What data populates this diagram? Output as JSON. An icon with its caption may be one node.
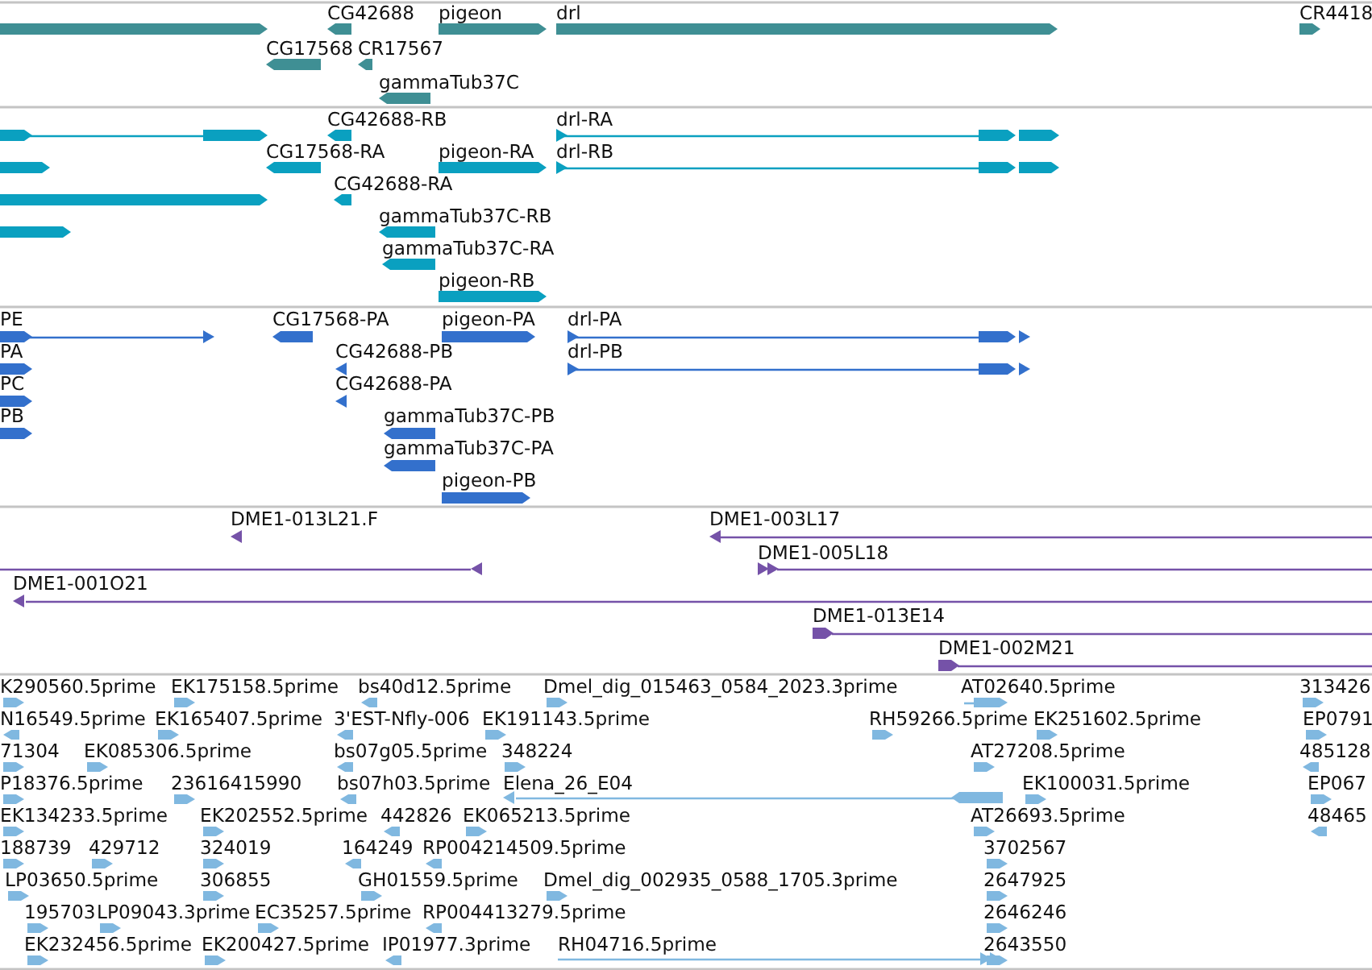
{
  "diagram": {
    "labels": [
      "CG42688",
      "pigeon",
      "drl",
      "CR4418",
      "CG17568",
      "CR17567",
      "gammaTub37C",
      "CG42688-RB",
      "drl-RA",
      "CG17568-RA",
      "pigeon-RA",
      "drl-RB",
      "CG42688-RA",
      "gammaTub37C-RB",
      "gammaTub37C-RA",
      "pigeon-RB",
      "PE",
      "CG17568-PA",
      "pigeon-PA",
      "drl-PA",
      "PA",
      "CG42688-PB",
      "drl-PB",
      "PC",
      "CG42688-PA",
      "PB",
      "gammaTub37C-PB",
      "gammaTub37C-PA",
      "pigeon-PB",
      "DME1-013L21.F",
      "DME1-003L17",
      "DME1-005L18",
      "DME1-001O21",
      "DME1-013E14",
      "DME1-002M21",
      "K290560.5prime",
      "EK175158.5prime",
      "bs40d12.5prime",
      "Dmel_dig_015463_0584_2023.3prime",
      "AT02640.5prime",
      "313426",
      "N16549.5prime",
      "EK165407.5prime",
      "3'EST-Nfly-006",
      "EK191143.5prime",
      "RH59266.5prime",
      "EK251602.5prime",
      "EP0791",
      "71304",
      "EK085306.5prime",
      "bs07g05.5prime",
      "348224",
      "AT27208.5prime",
      "485128",
      "P18376.5prime",
      "23616415990",
      "bs07h03.5prime",
      "Elena_26_E04",
      "EK100031.5prime",
      "EP067",
      "EK134233.5prime",
      "EK202552.5prime",
      "442826",
      "EK065213.5prime",
      "AT26693.5prime",
      "48465",
      "188739",
      "429712",
      "324019",
      "164249",
      "RP004214509.5prime",
      "3702567",
      "LP03650.5prime",
      "306855",
      "GH01559.5prime",
      "Dmel_dig_002935_0588_1705.3prime",
      "2647925",
      "195703",
      "LP09043.3prime",
      "EC35257.5prime",
      "RP004413279.5prime",
      "2646246",
      "EK232456.5prime",
      "EK200427.5prime",
      "IP01977.3prime",
      "RH04716.5prime",
      "2643550"
    ]
  }
}
